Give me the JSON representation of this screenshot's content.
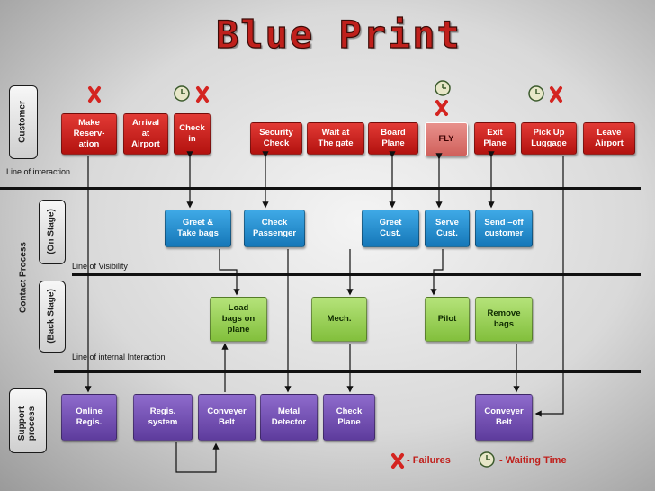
{
  "title": "Blue  Print",
  "lanes": {
    "customer": "Customer",
    "contact_process": "Contact Process",
    "on_stage": "(On Stage)",
    "back_stage": "(Back Stage)",
    "support_process": "Support\nprocess"
  },
  "lines": {
    "interaction": "Line of interaction",
    "visibility": "Line of  Visibility",
    "internal": "Line of  internal Interaction"
  },
  "customer_steps": [
    "Make\nReserv-\nation",
    "Arrival\nat\nAirport",
    "Check\nin",
    "Security\nCheck",
    "Wait at\nThe gate",
    "Board\nPlane",
    "FLY",
    "Exit\nPlane",
    "Pick Up\nLuggage",
    "Leave\nAirport"
  ],
  "onstage_steps": [
    "Greet &\nTake bags",
    "Check\nPassenger",
    "Greet\nCust.",
    "Serve\nCust.",
    "Send –off\ncustomer"
  ],
  "backstage_steps": [
    "Load\nbags on\nplane",
    "Mech.",
    "Pilot",
    "Remove\nbags"
  ],
  "support_steps": [
    "Online\nRegis.",
    "Regis.\nsystem",
    "Conveyer\nBelt",
    "Metal\nDetector",
    "Check\nPlane",
    "Conveyer\nBelt"
  ],
  "legend": {
    "failures": "- Failures",
    "waiting": "- Waiting Time"
  },
  "colors": {
    "customer": "#c81c18",
    "onstage": "#1f86c8",
    "backstage": "#8dc84a",
    "support": "#6a48aa",
    "failure": "#d42420",
    "title": "#c0201c"
  },
  "icons": [
    "failure-x-icon",
    "waiting-time-clock-icon"
  ]
}
